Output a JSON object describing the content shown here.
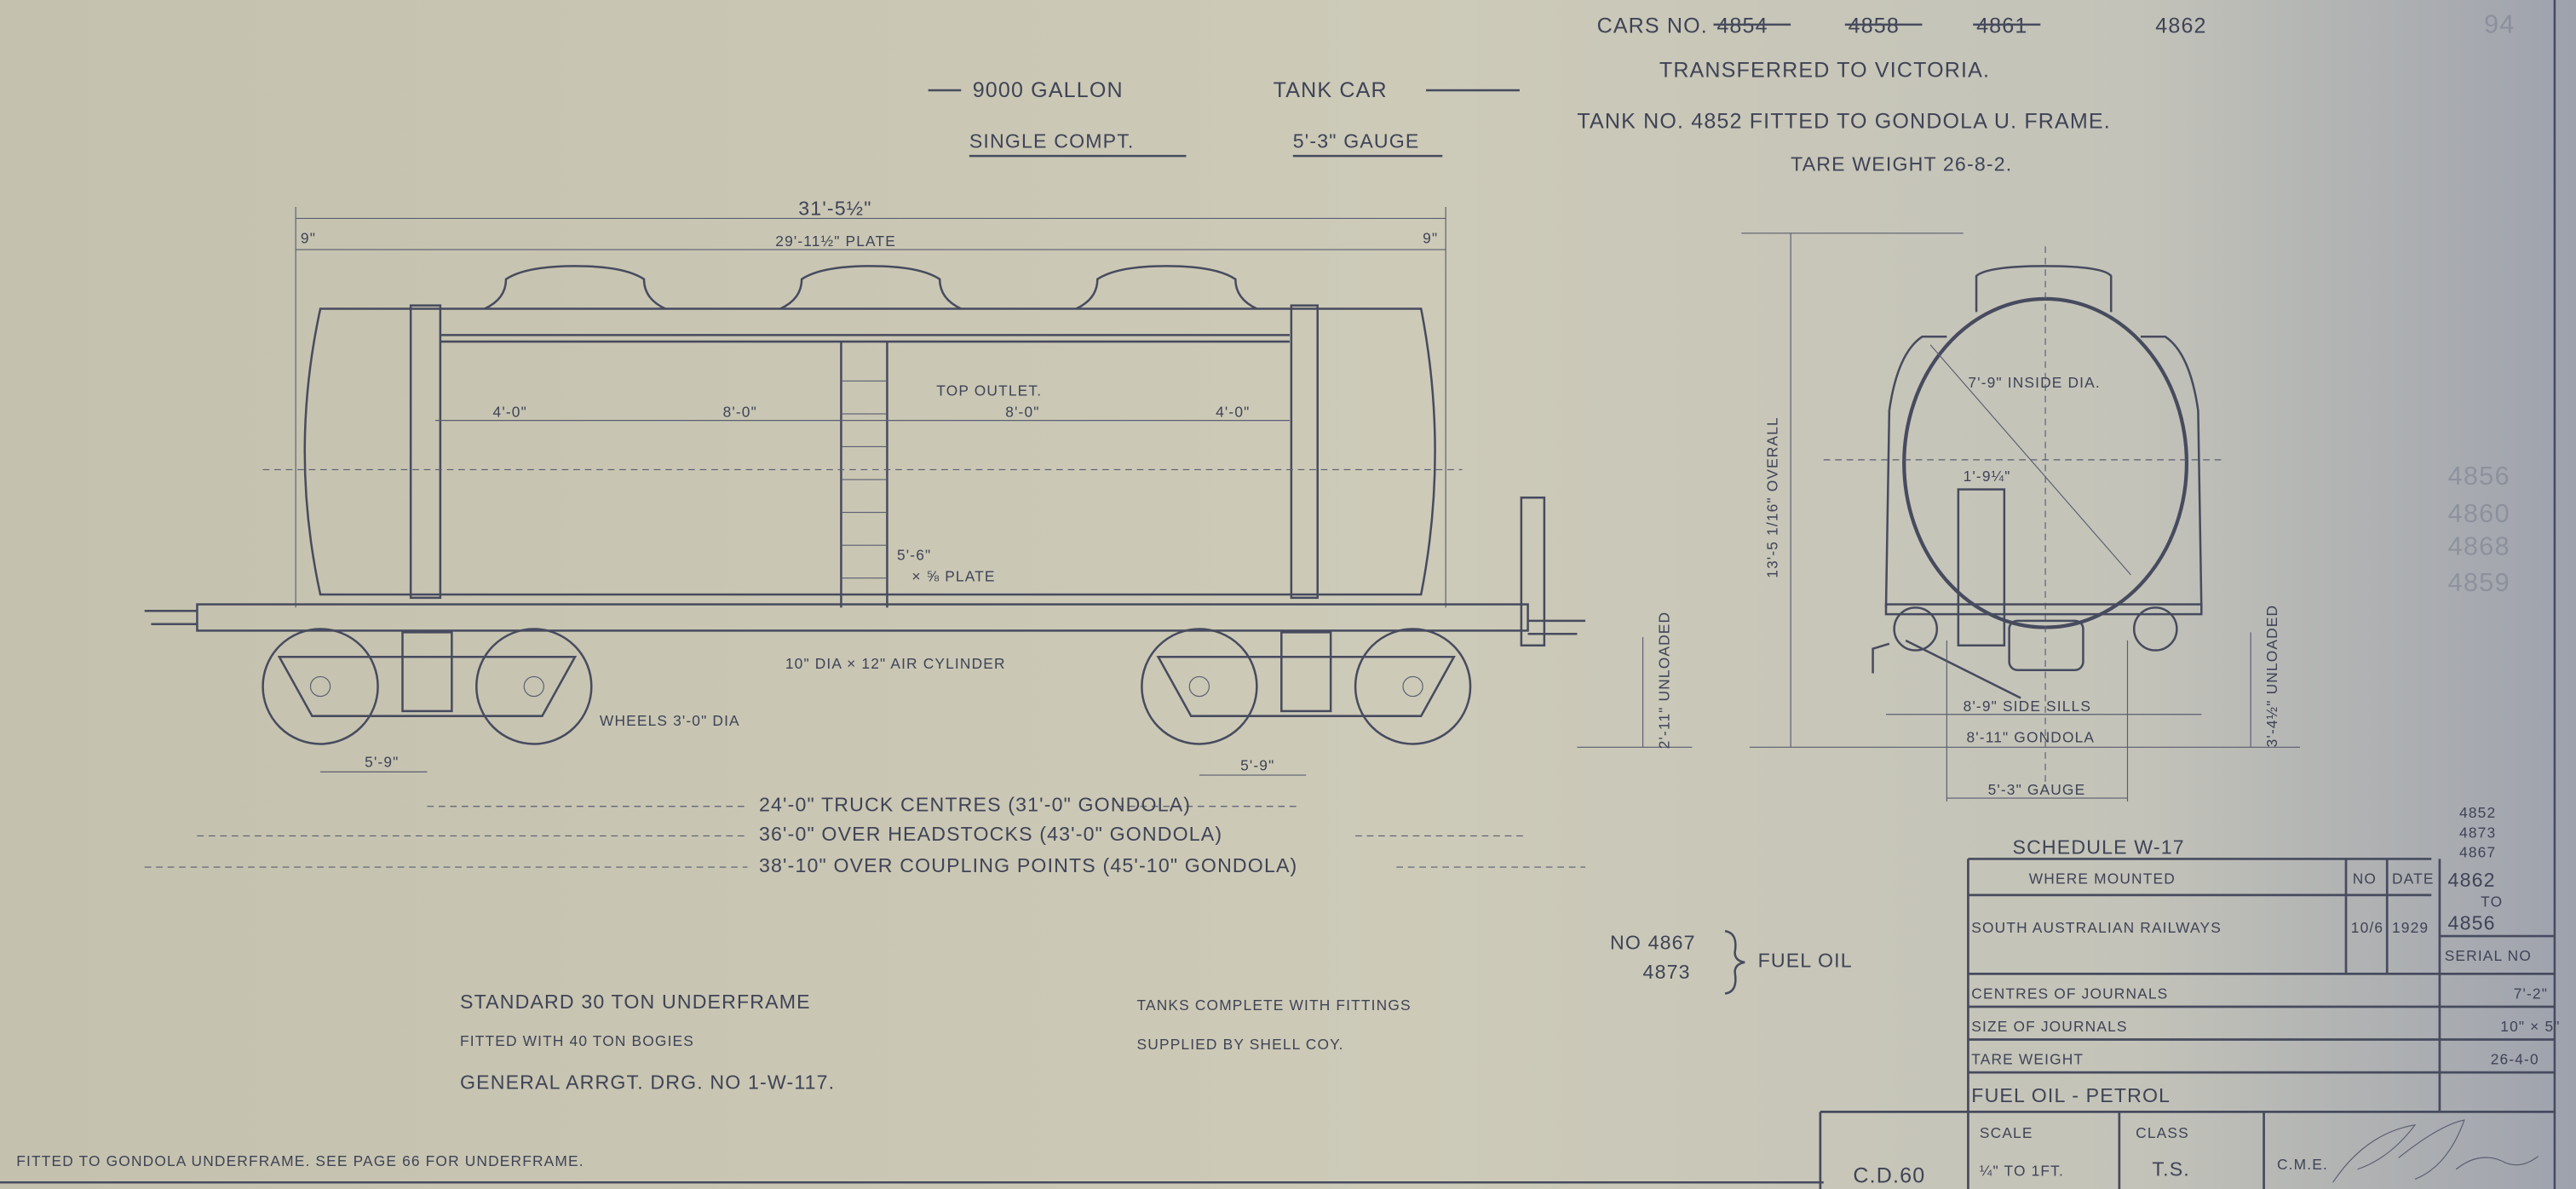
{
  "header": {
    "title_left": "9000 Gallon",
    "title_right": "Tank Car",
    "subtitle_left": "Single Compt.",
    "subtitle_right": "5'-3\" Gauge",
    "page_number": "94"
  },
  "notes_top": {
    "cars_label": "Cars No.",
    "cars_struck": [
      "4854",
      "4858",
      "4861"
    ],
    "cars_current": "4862",
    "transferred": "Transferred to Victoria.",
    "tank_note": "Tank No. 4852 fitted to Gondola U. Frame.",
    "tare_weight": "Tare Weight 26-8-2."
  },
  "side_view": {
    "overall_length": "31'-5½\"",
    "plate_length": "29'-11½\" Plate",
    "end_offset_left": "9\"",
    "end_offset_right": "9\"",
    "dome_spacing": [
      "4'-0\"",
      "8'-0\"",
      "8'-0\"",
      "4'-0\""
    ],
    "top_outlet": "Top Outlet.",
    "plate_dim": "5'-6\"",
    "plate_note": "× ⅝ Plate",
    "air_cylinder": "10\" Dia × 12\" Air Cylinder",
    "wheels": "Wheels 3'-0\" Dia",
    "unloaded": "2'-11\" Unloaded",
    "wheelbase_left": "5'-9\"",
    "wheelbase_right": "5'-9\"",
    "truck_centres": "24'-0\" Truck Centres (31'-0\" Gondola)",
    "headstocks": "36'-0\" over Headstocks (43'-0\" Gondola)",
    "coupling_points": "38'-10\" over Coupling Points (45'-10\" Gondola)"
  },
  "end_view": {
    "overall_height": "13'-5 1/16\" Overall",
    "inside_dia": "7'-9\" Inside Dia.",
    "outlet": "1'-9¼\"",
    "side_sills": "8'-9\" Side Sills",
    "gondola": "8'-11\" Gondola",
    "gauge": "5'-3\" Gauge",
    "unloaded": "3'-4½\" Unloaded"
  },
  "pencil_numbers": [
    "4856",
    "4860",
    "4868",
    "4859"
  ],
  "fuel_oil_note": {
    "numbers": [
      "No 4867",
      "4873"
    ],
    "label": "Fuel Oil"
  },
  "notes_bottom": {
    "left": [
      "Standard 30 Ton Underframe",
      "Fitted with 40 Ton Bogies",
      "General Arrgt. Drg. No 1-W-117."
    ],
    "right": [
      "Tanks complete with fittings",
      "supplied by Shell Coy."
    ],
    "footer": "Fitted to Gondola Underframe. See Page 66 for Underframe."
  },
  "schedule": {
    "title": "Schedule W-17",
    "col_where": "Where Mounted",
    "col_no": "No",
    "col_date": "Date",
    "row_railway": "South Australian Railways",
    "row_no": "10/6",
    "row_date": "1929",
    "serial_numbers": [
      "4852",
      "4873",
      "4867",
      "4862",
      "to",
      "4856"
    ],
    "serial_label": "Serial No",
    "rows": [
      {
        "label": "Centres of Journals",
        "value": "7'-2\""
      },
      {
        "label": "Size of Journals",
        "value": "10\" × 5\""
      },
      {
        "label": "Tare Weight",
        "value": "26-4-0"
      },
      {
        "label": "Fuel Oil - Petrol",
        "value": ""
      }
    ]
  },
  "title_block": {
    "drawing_no": "C.D.60",
    "scale_label": "Scale",
    "scale_value": "¼\" to 1ft.",
    "class_label": "Class",
    "class_value": "T.S.",
    "cme_label": "C.M.E."
  }
}
